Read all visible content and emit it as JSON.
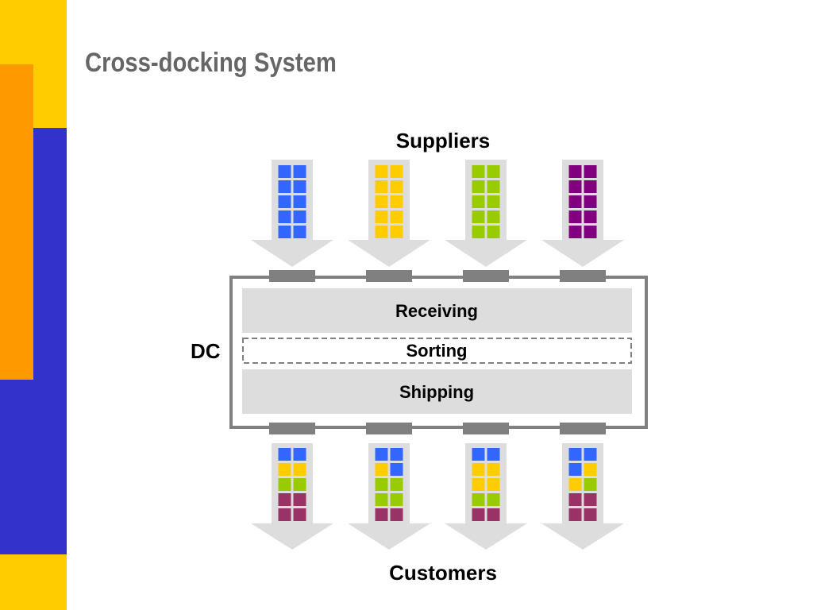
{
  "title": "Cross-docking System",
  "labels": {
    "suppliers": "Suppliers",
    "customers": "Customers",
    "dc": "DC",
    "receiving": "Receiving",
    "sorting": "Sorting",
    "shipping": "Shipping"
  },
  "colors": {
    "blue": "#3366FF",
    "yellow": "#FFCC00",
    "green": "#99CC00",
    "purple": "#800080",
    "maroon": "#993366",
    "arrow": "#DDDDDD",
    "stage": "#DDDDDD",
    "frame": "#808080",
    "title": "#666666"
  },
  "suppliers": [
    {
      "name": "supplier-1",
      "color": "blue"
    },
    {
      "name": "supplier-2",
      "color": "yellow"
    },
    {
      "name": "supplier-3",
      "color": "green"
    },
    {
      "name": "supplier-4",
      "color": "purple"
    }
  ],
  "customers": [
    {
      "name": "customer-1",
      "rows": [
        [
          "blue",
          "blue"
        ],
        [
          "yellow",
          "yellow"
        ],
        [
          "green",
          "green"
        ],
        [
          "maroon",
          "maroon"
        ],
        [
          "maroon",
          "maroon"
        ]
      ]
    },
    {
      "name": "customer-2",
      "rows": [
        [
          "blue",
          "blue"
        ],
        [
          "yellow",
          "blue"
        ],
        [
          "green",
          "green"
        ],
        [
          "green",
          "green"
        ],
        [
          "maroon",
          "maroon"
        ]
      ]
    },
    {
      "name": "customer-3",
      "rows": [
        [
          "blue",
          "blue"
        ],
        [
          "yellow",
          "yellow"
        ],
        [
          "yellow",
          "yellow"
        ],
        [
          "green",
          "green"
        ],
        [
          "maroon",
          "maroon"
        ]
      ]
    },
    {
      "name": "customer-4",
      "rows": [
        [
          "blue",
          "blue"
        ],
        [
          "blue",
          "yellow"
        ],
        [
          "yellow",
          "green"
        ],
        [
          "maroon",
          "maroon"
        ],
        [
          "maroon",
          "maroon"
        ]
      ]
    }
  ]
}
